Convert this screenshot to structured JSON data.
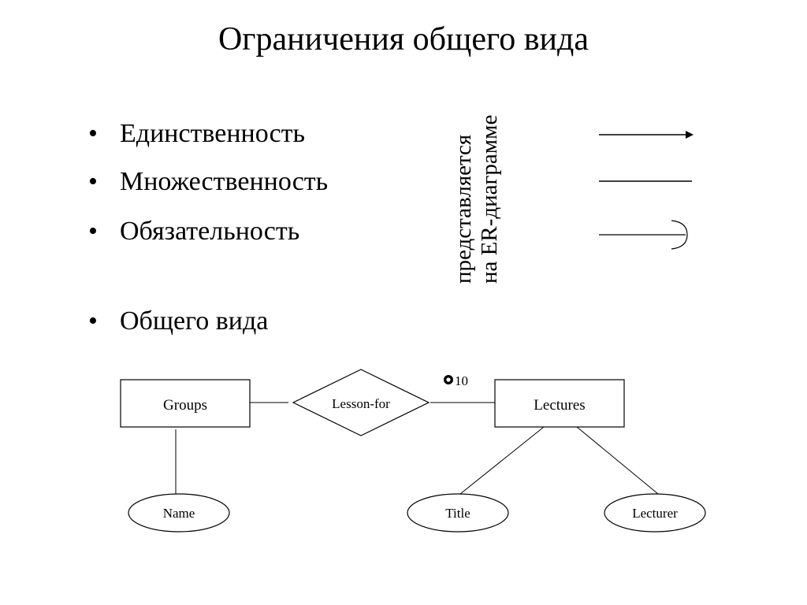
{
  "slide": {
    "title": "Ограничения общего вида",
    "bullets": [
      {
        "marker": "•",
        "text": "Единственность"
      },
      {
        "marker": "•",
        "text": "Множественность"
      },
      {
        "marker": "•",
        "text": "Обязательность"
      },
      {
        "marker": "•",
        "text": "Общего вида"
      }
    ],
    "note_lines": [
      "представляется",
      "на ER-диаграмме"
    ]
  },
  "notation_symbols": [
    {
      "constraint": "Единственность",
      "symbol": "line-with-arrow"
    },
    {
      "constraint": "Множественность",
      "symbol": "plain-line"
    },
    {
      "constraint": "Обязательность",
      "symbol": "line-with-rounded-arrow"
    }
  ],
  "er_diagram": {
    "entities": [
      {
        "id": "groups",
        "label": "Groups"
      },
      {
        "id": "lectures",
        "label": "Lectures"
      }
    ],
    "relationships": [
      {
        "id": "lesson-for",
        "label": "Lesson-for",
        "connects": [
          "groups",
          "lectures"
        ]
      }
    ],
    "attributes": [
      {
        "id": "name",
        "label": "Name",
        "of": "groups"
      },
      {
        "id": "title",
        "label": "Title",
        "of": "lectures"
      },
      {
        "id": "lecturer",
        "label": "Lecturer",
        "of": "lectures"
      }
    ],
    "constraint_annotation": {
      "text": "10",
      "on": "lectures",
      "marker": "bullet-circle-icon"
    }
  },
  "colors": {
    "background": "#ffffff",
    "ink": "#000000"
  }
}
